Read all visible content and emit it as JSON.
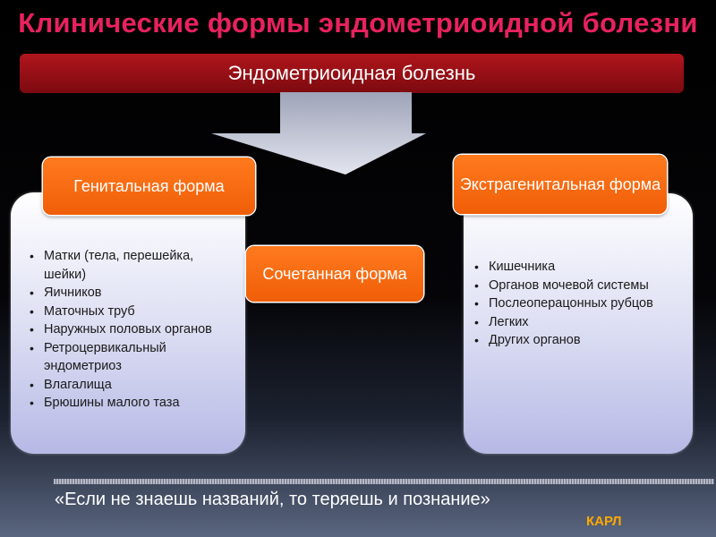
{
  "title": "Клинические формы эндометриоидной болезни",
  "banner": "Эндометриоидная болезнь",
  "genital": {
    "label": "Генитальная форма",
    "items": [
      "Матки (тела, перешейка, шейки)",
      "Яичников",
      "Маточных труб",
      "Наружных половых органов",
      "Ретроцервикальный эндометриоз",
      "Влагалища",
      "Брюшины малого таза"
    ]
  },
  "combined": {
    "label": "Сочетанная форма"
  },
  "extragenital": {
    "label": "Экстрагенитальная форма",
    "items": [
      "Кишечника",
      "Органов мочевой системы",
      "Послеоперацонных рубцов",
      "Легких",
      "Других органов"
    ]
  },
  "quote": "«Если не знаешь названий, то теряешь и познание»",
  "author": "КАРЛ",
  "colors": {
    "title": "#e8225e",
    "banner": "#a0121a",
    "pill": "#f5670f",
    "author": "#ffa800"
  }
}
